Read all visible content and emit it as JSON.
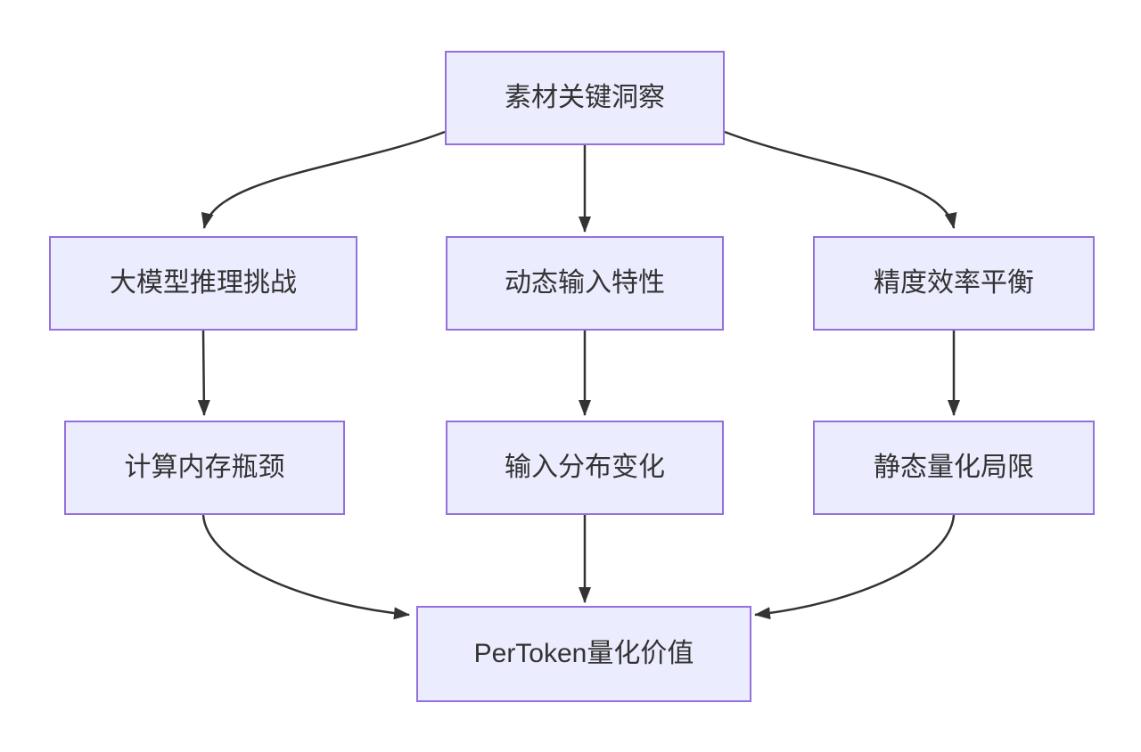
{
  "diagram": {
    "type": "flowchart",
    "direction": "top-down",
    "colors": {
      "node_fill": "#ECECFF",
      "node_border": "#9370DB",
      "edge_color": "#333333",
      "text_color": "#333333",
      "background": "#FFFFFF"
    },
    "nodes": [
      {
        "id": "insight",
        "label": "素材关键洞察"
      },
      {
        "id": "llm-inference-challenge",
        "label": "大模型推理挑战"
      },
      {
        "id": "dynamic-input",
        "label": "动态输入特性"
      },
      {
        "id": "accuracy-efficiency",
        "label": "精度效率平衡"
      },
      {
        "id": "compute-memory-bottleneck",
        "label": "计算内存瓶颈"
      },
      {
        "id": "input-distribution-shift",
        "label": "输入分布变化"
      },
      {
        "id": "static-quant-limit",
        "label": "静态量化局限"
      },
      {
        "id": "per-token-value",
        "label": "PerToken量化价值"
      }
    ],
    "edges": [
      {
        "from": "素材关键洞察",
        "to": "大模型推理挑战"
      },
      {
        "from": "素材关键洞察",
        "to": "动态输入特性"
      },
      {
        "from": "素材关键洞察",
        "to": "精度效率平衡"
      },
      {
        "from": "大模型推理挑战",
        "to": "计算内存瓶颈"
      },
      {
        "from": "动态输入特性",
        "to": "输入分布变化"
      },
      {
        "from": "精度效率平衡",
        "to": "静态量化局限"
      },
      {
        "from": "计算内存瓶颈",
        "to": "PerToken量化价值"
      },
      {
        "from": "输入分布变化",
        "to": "PerToken量化价值"
      },
      {
        "from": "静态量化局限",
        "to": "PerToken量化价值"
      }
    ]
  }
}
